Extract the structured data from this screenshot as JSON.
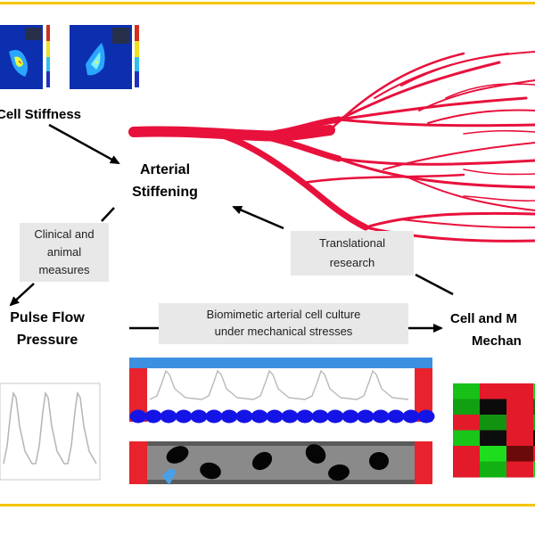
{
  "labels": {
    "cell_stiffness": "Cell Stiffness",
    "arterial_stiffening_line1": "Arterial",
    "arterial_stiffening_line2": "Stiffening",
    "pulse_flow_line1": "Pulse Flow",
    "pulse_flow_line2": "Pressure",
    "cell_mech_line1": "Cell and M",
    "cell_mech_line2": "Mechan"
  },
  "notes": {
    "clinical": [
      "Clinical and",
      "animal",
      "measures"
    ],
    "translational": [
      "Translational",
      "research"
    ],
    "biomimetic": [
      "Biomimetic arterial cell culture",
      "under mechanical stresses"
    ]
  },
  "colors": {
    "frame": "#f5c400",
    "artery": "#e8113c",
    "channel_blue": "#3d8fe0",
    "cell_blue": "#1414e6",
    "clamp_red": "#e8232d",
    "heat_green": "#19c219",
    "heat_red": "#e0182a",
    "heat_dark": "#101010"
  },
  "heatmap": {
    "columns": 4,
    "rows": 6,
    "cells": [
      [
        "#17c117",
        "#e21a2a",
        "#e21a2a",
        "#1ad61a"
      ],
      [
        "#12a012",
        "#0b0b0b",
        "#e21a2a",
        "#0f6d0f"
      ],
      [
        "#e21a2a",
        "#119311",
        "#e21a2a",
        "#12b012"
      ],
      [
        "#19c519",
        "#0d0d0d",
        "#e21a2a",
        "#0d0d0d"
      ],
      [
        "#e21a2a",
        "#1edc1e",
        "#6b0a0a",
        "#e21a2a"
      ],
      [
        "#e21a2a",
        "#13b013",
        "#e21a2a",
        "#1fd81f"
      ]
    ]
  }
}
